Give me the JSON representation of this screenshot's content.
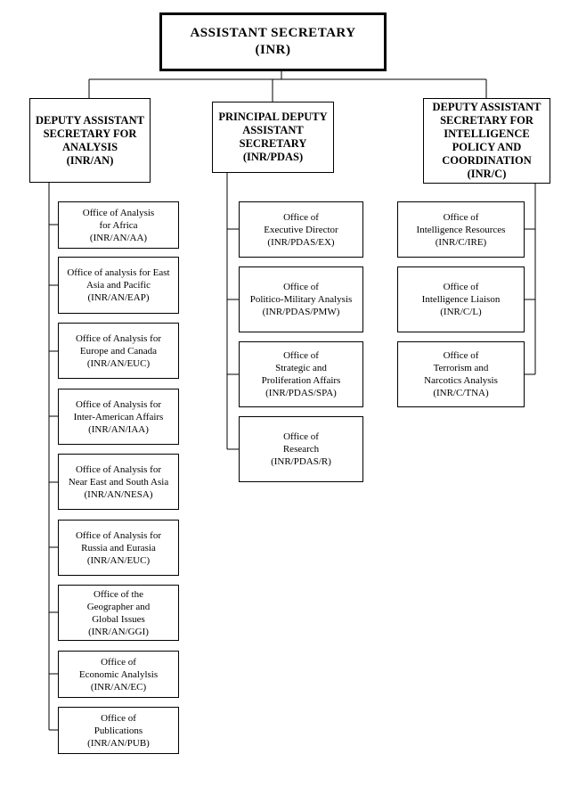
{
  "top": {
    "label": "ASSISTANT SECRETARY\n(INR)"
  },
  "heads": [
    {
      "label": "DEPUTY ASSISTANT\nSECRETARY FOR\nANALYSIS\n(INR/AN)"
    },
    {
      "label": "PRINCIPAL DEPUTY\nASSISTANT\nSECRETARY\n(INR/PDAS)"
    },
    {
      "label": "DEPUTY ASSISTANT\nSECRETARY FOR\nINTELLIGENCE\nPOLICY AND\nCOORDINATION\n(INR/C)"
    }
  ],
  "analysis_offices": [
    {
      "label": "Office of Analysis\nfor Africa\n(INR/AN/AA)"
    },
    {
      "label": "Office of analysis for East\nAsia and Pacific\n(INR/AN/EAP)"
    },
    {
      "label": "Office of Analysis for\nEurope and Canada\n(INR/AN/EUC)"
    },
    {
      "label": "Office of Analysis for\nInter-American Affairs\n(INR/AN/IAA)"
    },
    {
      "label": "Office of Analysis for\nNear East and South Asia\n(INR/AN/NESA)"
    },
    {
      "label": "Office of Analysis for\nRussia and Eurasia\n(INR/AN/EUC)"
    },
    {
      "label": "Office of the\nGeographer and\nGlobal Issues\n(INR/AN/GGI)"
    },
    {
      "label": "Office of\nEconomic Analylsis\n(INR/AN/EC)"
    },
    {
      "label": "Office of\nPublications\n(INR/AN/PUB)"
    }
  ],
  "pdas_offices": [
    {
      "label": "Office of\nExecutive Director\n(INR/PDAS/EX)"
    },
    {
      "label": "Office of\nPolitico-Military Analysis\n(INR/PDAS/PMW)"
    },
    {
      "label": "Office of\nStrategic and\nProliferation Affairs\n(INR/PDAS/SPA)"
    },
    {
      "label": "Office of\nResearch\n(INR/PDAS/R)"
    }
  ],
  "coordination_offices": [
    {
      "label": "Office of\nIntelligence Resources\n(INR/C/IRE)"
    },
    {
      "label": "Office of\nIntelligence Liaison\n(INR/C/L)"
    },
    {
      "label": "Office of\nTerrorism and\nNarcotics Analysis\n(INR/C/TNA)"
    }
  ]
}
